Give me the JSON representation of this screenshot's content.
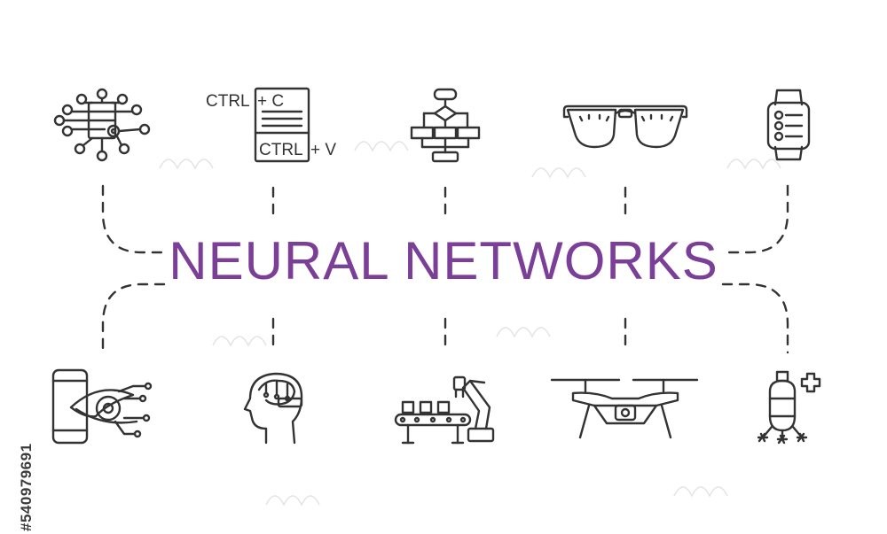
{
  "title": "NEURAL NETWORKS",
  "accent_color": "#7b3f98",
  "icon_color": "#333333",
  "watermark": {
    "brand": "adobe-stock-watermark",
    "id_text": "#540979691"
  },
  "icons": {
    "top": [
      "neural-network-icon",
      "copy-paste-icon",
      "flowchart-icon",
      "smart-glasses-icon",
      "smartwatch-icon"
    ],
    "bottom": [
      "mobile-eye-icon",
      "ai-brain-head-icon",
      "robotic-assembly-line-icon",
      "drone-icon",
      "nanobot-icon"
    ]
  },
  "copy_paste": {
    "ctrl_top": "CTRL",
    "plus_c": "+ C",
    "ctrl_bottom": "CTRL",
    "plus_v": "+ V"
  }
}
